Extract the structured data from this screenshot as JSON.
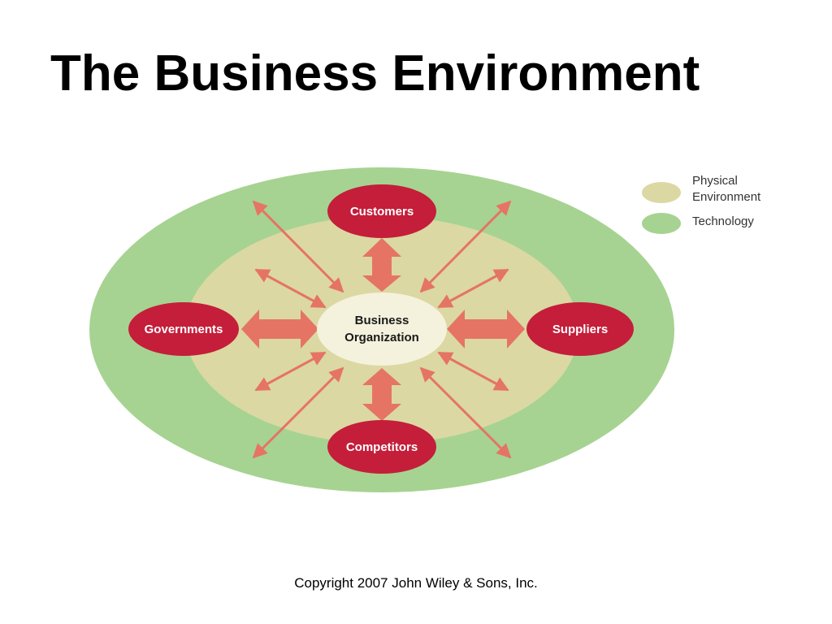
{
  "slide": {
    "title": "The Business Environment",
    "footer": "Copyright 2007 John Wiley & Sons, Inc."
  },
  "diagram": {
    "center": {
      "line1": "Business",
      "line2": "Organization"
    },
    "nodes": {
      "customers": "Customers",
      "governments": "Governments",
      "suppliers": "Suppliers",
      "competitors": "Competitors"
    },
    "legend": {
      "physical_line1": "Physical",
      "physical_line2": "Environment",
      "technology": "Technology"
    }
  },
  "colors": {
    "technology_ring": "#a6d391",
    "physical_ring": "#dbd8a3",
    "core": "#f4f2dc",
    "stakeholder": "#c41e3a",
    "arrow": "#e57465"
  }
}
